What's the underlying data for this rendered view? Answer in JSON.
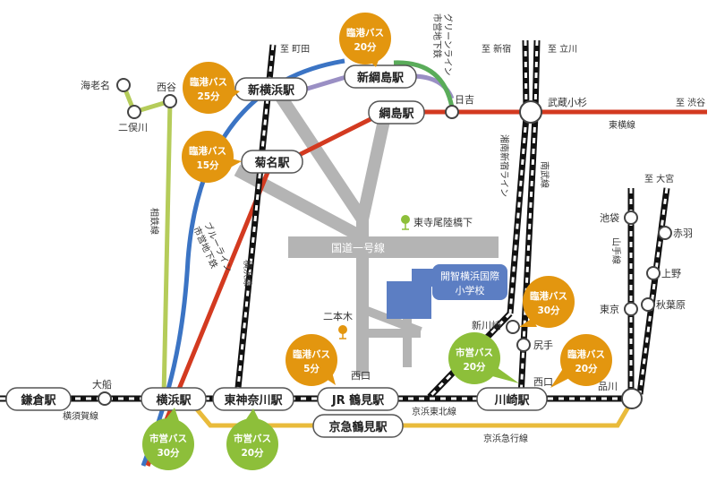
{
  "stations": {
    "kamakura": "鎌倉駅",
    "ofuna": "大船",
    "yokohama": "横浜駅",
    "higashikanagawa": "東神奈川駅",
    "tsurumi": "JR 鶴見駅",
    "kawasaki": "川崎駅",
    "keikyu_tsurumi": "京急鶴見駅",
    "shin_yokohama": "新横浜駅",
    "shin_tsunashima": "新綱島駅",
    "tsunashima": "綱島駅",
    "kikuna": "菊名駅",
    "hiyoshi": "日吉",
    "musashikosugi": "武蔵小杉",
    "nishiya": "西谷",
    "ebina": "海老名",
    "futamatagawa": "二俣川",
    "ikebukuro": "池袋",
    "akabane": "赤羽",
    "ueno": "上野",
    "tokyo": "東京",
    "akihabara": "秋葉原",
    "shinagawa": "品川",
    "shinkawasaki": "新川崎",
    "shiriate": "尻手",
    "nishiguchi_a": "西口",
    "nishiguchi_b": "西口"
  },
  "lines": {
    "yokosuka": "横須賀線",
    "keihin_tohoku": "京浜東北線",
    "keikyu": "京浜急行線",
    "toyoko": "東横線",
    "sotetsu": "相鉄線",
    "blue_line": "ブルーライン",
    "blue_line_sub": "市営地下鉄",
    "green_line": "グリーンライン",
    "green_line_sub": "市営地下鉄",
    "yokohama_line": "横浜線",
    "nambu": "南武線",
    "shonan_shinjuku": "湘南新宿ライン",
    "yamanote": "山手線"
  },
  "directions": {
    "machida": "至 町田",
    "shinjuku": "至 新宿",
    "tachikawa": "至 立川",
    "shibuya": "至 渋谷",
    "omiya": "至 大宮"
  },
  "roads": {
    "route1": "国道一号線"
  },
  "places": {
    "school_line1": "開智横浜国際",
    "school_line2": "小学校",
    "bus_stop_1": "東寺尾陸橋下",
    "bus_stop_2": "二本木"
  },
  "bus_badges": {
    "shinyoko": {
      "label": "臨港バス",
      "time": "25分"
    },
    "shintsuna": {
      "label": "臨港バス",
      "time": "20分"
    },
    "kikuna": {
      "label": "臨港バス",
      "time": "15分"
    },
    "tsurumi": {
      "label": "臨港バス",
      "time": "5分"
    },
    "shinkawa": {
      "label": "臨港バス",
      "time": "30分"
    },
    "kawasaki": {
      "label": "臨港バス",
      "time": "20分"
    },
    "kawasaki_city": {
      "label": "市営バス",
      "time": "20分"
    },
    "yokohama_city": {
      "label": "市営バス",
      "time": "30分"
    },
    "higashi_city": {
      "label": "市営バス",
      "time": "20分"
    }
  },
  "colors": {
    "orange_bus": "#e3960f",
    "green_bus": "#8dbf3a",
    "toyoko_red": "#d33a20",
    "blue_line": "#3b74c4",
    "green_line": "#5aac5a",
    "purple_line": "#9a8fc4",
    "sotetsu": "#b5cc5a",
    "keikyu_yellow": "#e9bb3b",
    "road_gray": "#b4b4b4",
    "school_blue": "#5c7ec3"
  }
}
